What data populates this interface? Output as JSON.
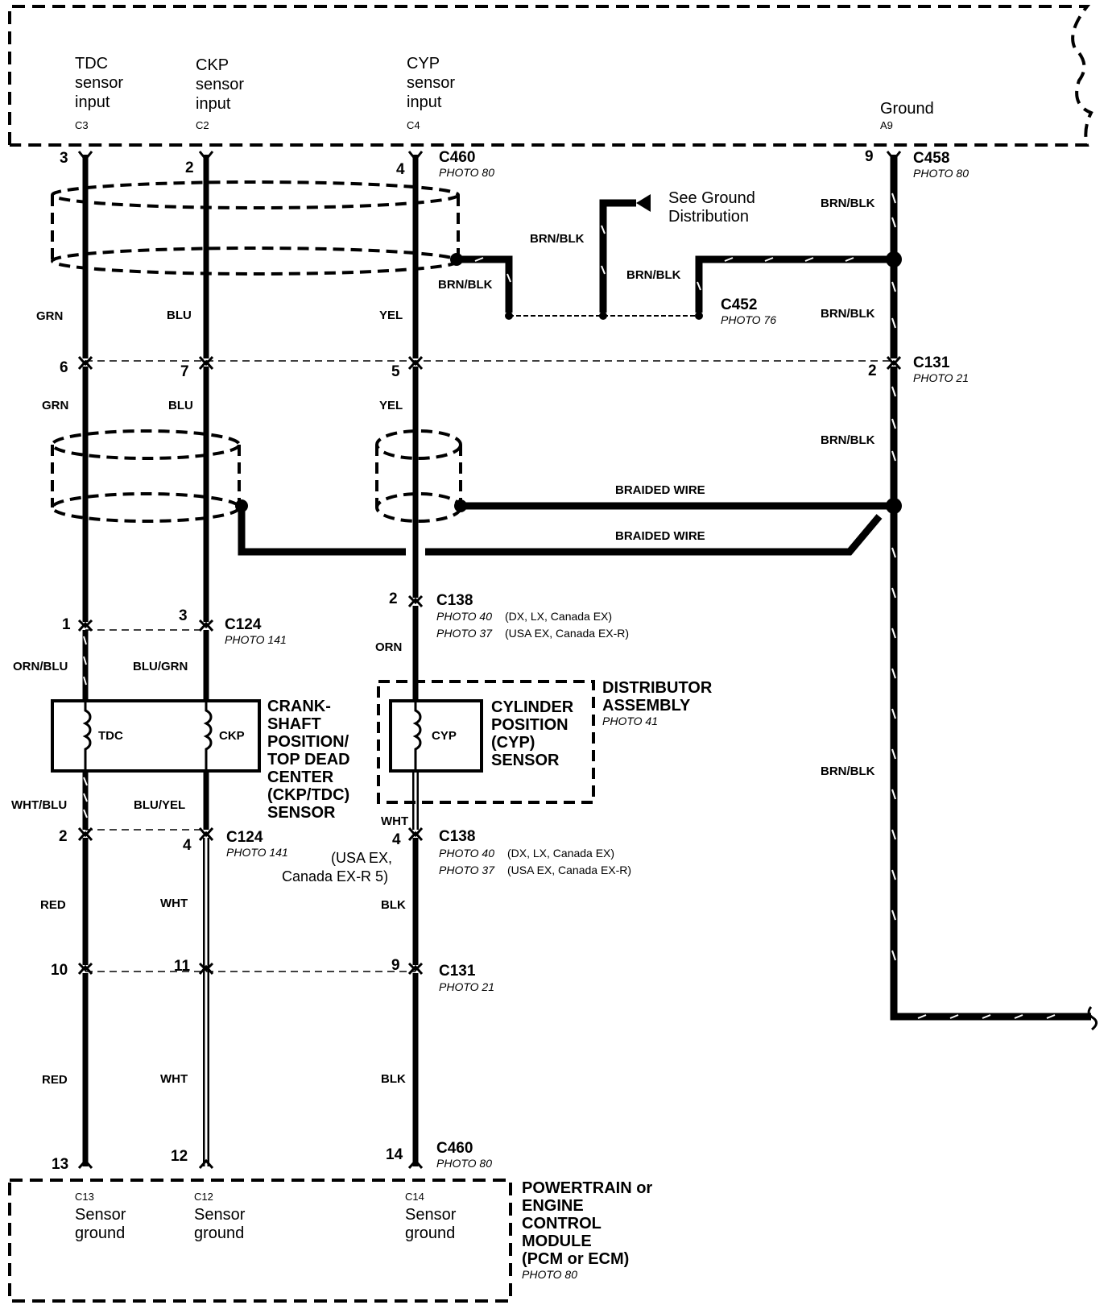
{
  "pcm_top": {
    "tdc": {
      "lines": [
        "TDC",
        "sensor",
        "input"
      ],
      "pin": "C3"
    },
    "ckp": {
      "lines": [
        "CKP",
        "sensor",
        "input"
      ],
      "pin": "C2"
    },
    "cyp": {
      "lines": [
        "CYP",
        "sensor",
        "input"
      ],
      "pin": "C4"
    },
    "ground": {
      "label": "Ground",
      "pin": "A9"
    }
  },
  "connectors": {
    "c460_top": {
      "name": "C460",
      "photo": "PHOTO 80",
      "pins": [
        "3",
        "2",
        "4"
      ]
    },
    "c458": {
      "name": "C458",
      "photo": "PHOTO 80",
      "pin": "9"
    },
    "c452": {
      "name": "C452",
      "photo": "PHOTO 76"
    },
    "c131_top": {
      "name": "C131",
      "photo": "PHOTO 21",
      "pins": [
        "6",
        "7",
        "5",
        "2"
      ]
    },
    "c138_top": {
      "name": "C138",
      "pin": "2",
      "photo_a": "PHOTO 40",
      "note_a": "(DX, LX, Canada EX)",
      "photo_b": "PHOTO 37",
      "note_b": "(USA EX, Canada EX-R)"
    },
    "c124_top": {
      "name": "C124",
      "photo": "PHOTO 141",
      "pins": [
        "1",
        "3"
      ]
    },
    "c124_bot": {
      "name": "C124",
      "photo": "PHOTO 141",
      "pins": [
        "2",
        "4"
      ]
    },
    "c138_bot": {
      "name": "C138",
      "pin": "4",
      "alt_lines": [
        "(USA EX,",
        "Canada EX-R 5)"
      ],
      "photo_a": "PHOTO 40",
      "note_a": "(DX, LX, Canada EX)",
      "photo_b": "PHOTO 37",
      "note_b": "(USA EX, Canada EX-R)"
    },
    "c131_bot": {
      "name": "C131",
      "photo": "PHOTO 21",
      "pins": [
        "10",
        "11",
        "9"
      ]
    },
    "c460_bot": {
      "name": "C460",
      "photo": "PHOTO 80",
      "pins": [
        "13",
        "12",
        "14"
      ]
    }
  },
  "wires": {
    "grn": "GRN",
    "blu": "BLU",
    "yel": "YEL",
    "brn_blk": "BRN/BLK",
    "braided": "BRAIDED WIRE",
    "orn_blu": "ORN/BLU",
    "blu_grn": "BLU/GRN",
    "orn": "ORN",
    "wht_blu": "WHT/BLU",
    "blu_yel": "BLU/YEL",
    "wht": "WHT",
    "red": "RED",
    "blk": "BLK"
  },
  "ground_ref": [
    "See Ground",
    "Distribution"
  ],
  "ckp_tdc_sensor": {
    "lines": [
      "CRANK-",
      "SHAFT",
      "POSITION/",
      "TOP DEAD",
      "CENTER",
      "(CKP/TDC)",
      "SENSOR"
    ],
    "tdc": "TDC",
    "ckp": "CKP"
  },
  "cyp_sensor": {
    "lines": [
      "CYLINDER",
      "POSITION",
      "(CYP)",
      "SENSOR"
    ],
    "coil": "CYP"
  },
  "distributor": {
    "lines": [
      "DISTRIBUTOR",
      "ASSEMBLY"
    ],
    "photo": "PHOTO 41"
  },
  "pcm_bottom": {
    "c13": {
      "pin": "C13",
      "lines": [
        "Sensor",
        "ground"
      ]
    },
    "c12": {
      "pin": "C12",
      "lines": [
        "Sensor",
        "ground"
      ]
    },
    "c14": {
      "pin": "C14",
      "lines": [
        "Sensor",
        "ground"
      ]
    }
  },
  "pcm_label": {
    "lines": [
      "POWERTRAIN or",
      "ENGINE",
      "CONTROL",
      "MODULE",
      "(PCM or ECM)"
    ],
    "photo": "PHOTO 80"
  }
}
